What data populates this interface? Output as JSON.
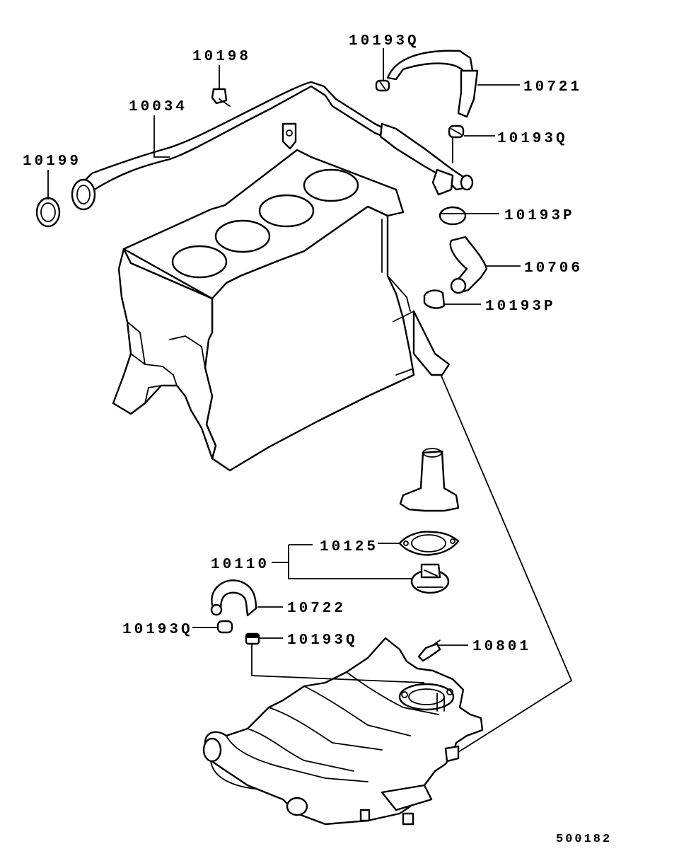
{
  "diagram_id": "500182",
  "callouts": {
    "p10198": "10198",
    "p10034": "10034",
    "p10199": "10199",
    "p10193q_top": "10193Q",
    "p10721": "10721",
    "p10193q_right": "10193Q",
    "p10193p_upper": "10193P",
    "p10706": "10706",
    "p10193p_lower": "10193P",
    "p10125": "10125",
    "p10110": "10110",
    "p10722": "10722",
    "p10193q_left": "10193Q",
    "p10193q_mid": "10193Q",
    "p10801": "10801"
  },
  "colors": {
    "line": "#000000",
    "background": "#ffffff"
  }
}
